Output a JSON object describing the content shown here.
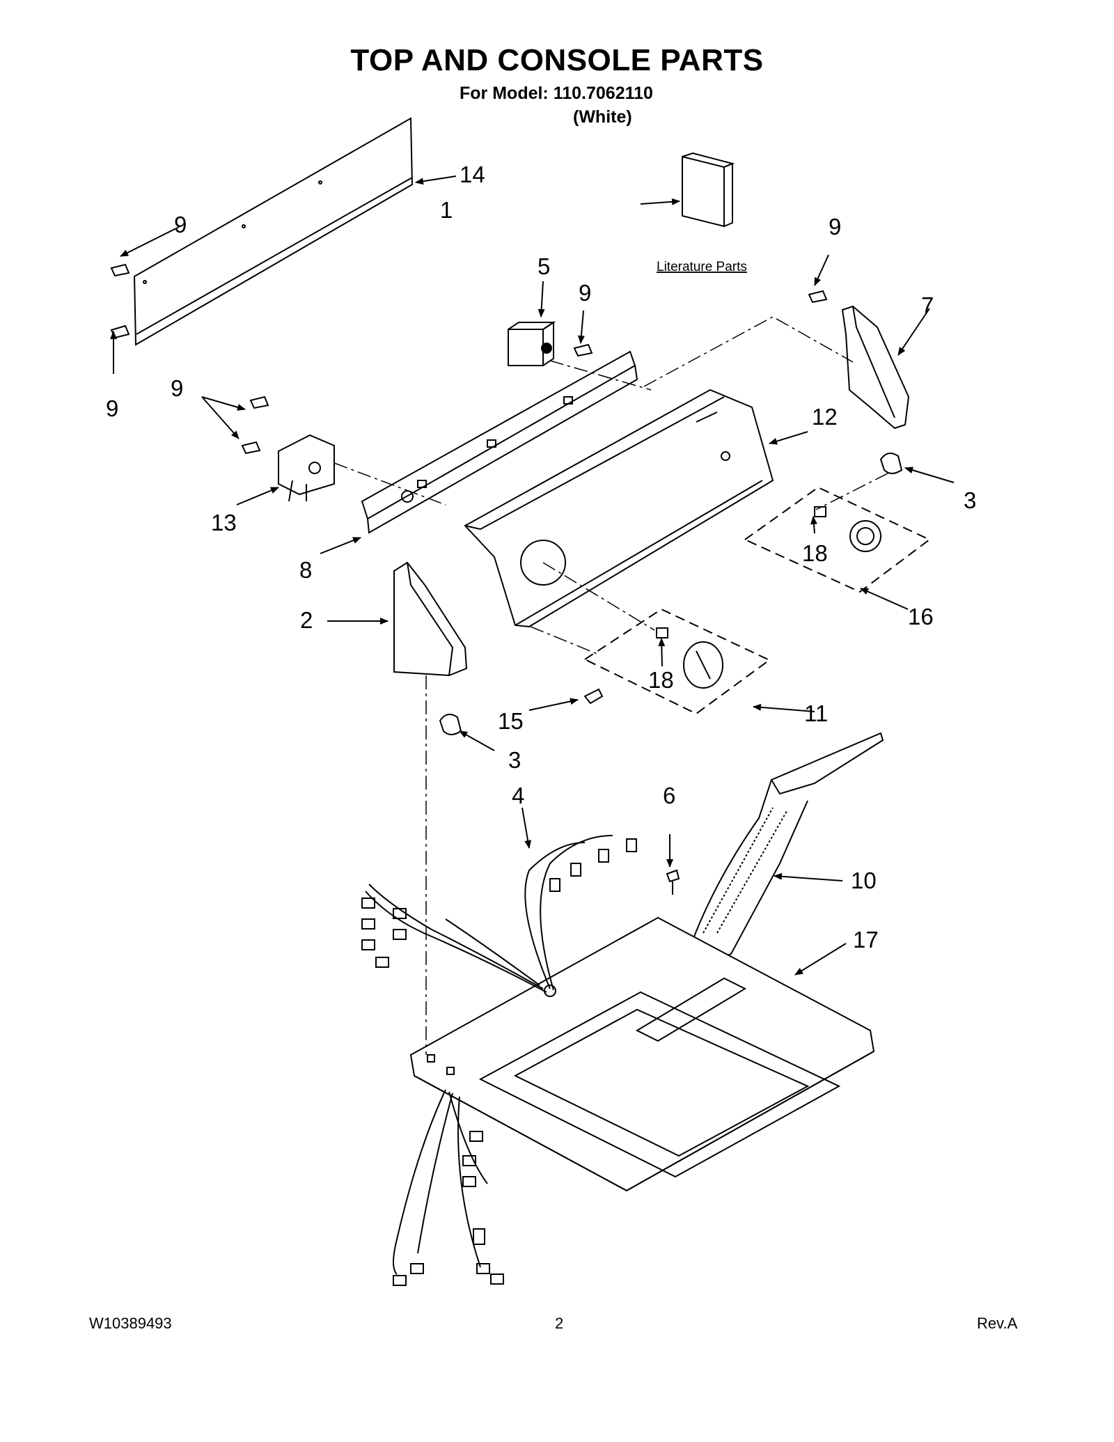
{
  "header": {
    "title": "TOP AND CONSOLE PARTS",
    "model_line": "For Model: 110.7062110",
    "color_line": "(White)"
  },
  "literature_label": "Literature Parts",
  "callouts": [
    "1",
    "2",
    "3",
    "3",
    "4",
    "5",
    "6",
    "7",
    "8",
    "9",
    "9",
    "9",
    "9",
    "9",
    "9",
    "10",
    "11",
    "12",
    "13",
    "14",
    "15",
    "16",
    "17",
    "18",
    "18"
  ],
  "footer": {
    "doc_number": "W10389493",
    "page": "2",
    "revision": "Rev.A"
  }
}
